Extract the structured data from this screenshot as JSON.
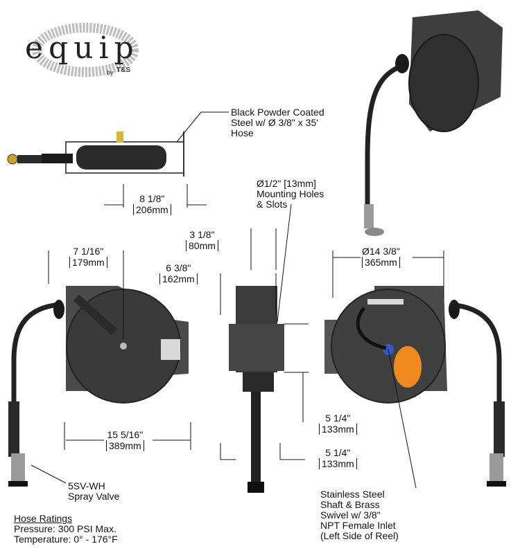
{
  "logo": {
    "word": "equip",
    "by": "by",
    "mark": "T&S"
  },
  "callouts": {
    "hose": [
      "Black Powder Coated",
      "Steel w/ Ø 3/8\" x 35'",
      "Hose"
    ],
    "mounting": [
      "Ø1/2\" [13mm]",
      "Mounting Holes",
      "& Slots"
    ],
    "spray_valve": [
      "5SV-WH",
      "Spray Valve"
    ],
    "shaft": [
      "Stainless Steel",
      "Shaft & Brass",
      "Swivel w/ 3/8\"",
      "NPT Female Inlet",
      "(Left Side of Reel)"
    ]
  },
  "dimensions": {
    "top_depth": {
      "in": "8 1/8\"",
      "mm": "206mm"
    },
    "side_3_1_8": {
      "in": "3 1/8\"",
      "mm": "80mm"
    },
    "side_6_3_8": {
      "in": "6 3/8\"",
      "mm": "162mm"
    },
    "front_7_1_16": {
      "in": "7 1/16\"",
      "mm": "179mm"
    },
    "front_width": {
      "in": "15 5/16\"",
      "mm": "389mm"
    },
    "diameter": {
      "in": "Ø14 3/8\"",
      "mm": "365mm"
    },
    "side_5_1_4_a": {
      "in": "5 1/4\"",
      "mm": "133mm"
    },
    "side_5_1_4_b": {
      "in": "5 1/4\"",
      "mm": "133mm"
    }
  },
  "ratings": {
    "title": "Hose Ratings",
    "pressure": "Pressure: 300 PSI Max.",
    "temperature": "Temperature: 0° - 176°F"
  },
  "colors": {
    "body": "#3c3c3c",
    "dark": "#1a1a1a",
    "hose": "#222222",
    "label_orange": "#f08a1e",
    "line": "#111111"
  }
}
